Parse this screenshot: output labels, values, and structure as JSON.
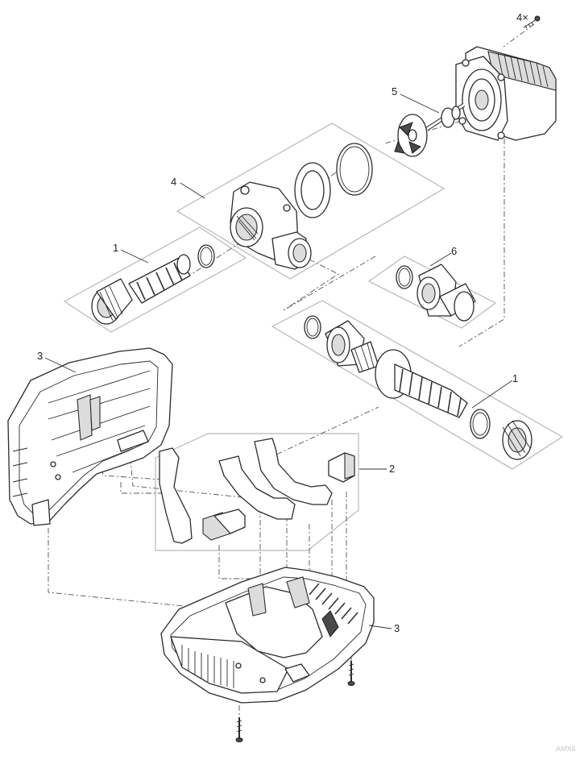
{
  "labels": {
    "screw_qty": "4×",
    "motor_shaft": "5",
    "pump_housing": "4",
    "hose_adapter_left": "1",
    "hose_adapter_right": "1",
    "connector_kit": "6",
    "housing_top": "3",
    "housing_bottom": "3",
    "inserts": "2"
  },
  "drawing_code": "AMX6"
}
